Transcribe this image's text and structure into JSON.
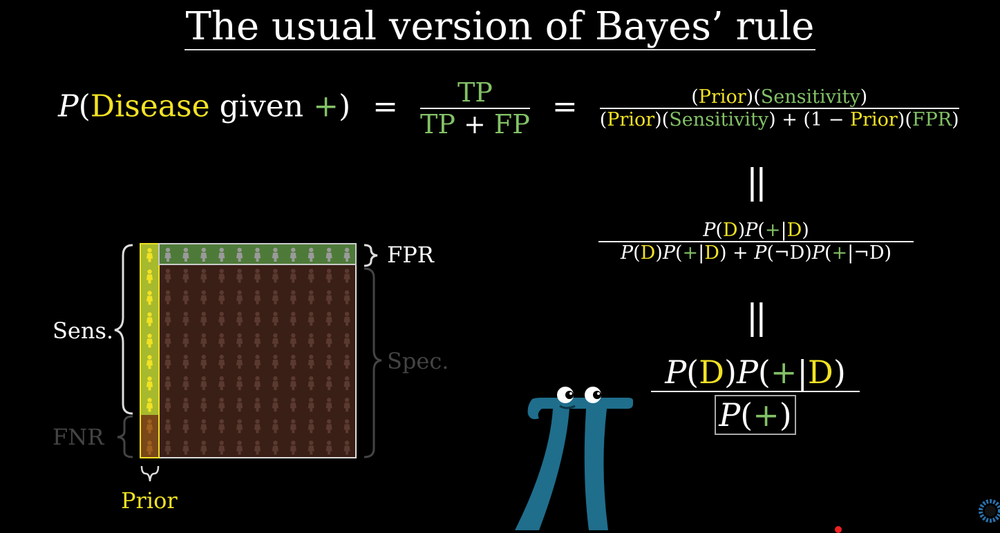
{
  "title": "The usual version of Bayes’ rule",
  "formula1": {
    "p": "P",
    "open": "(",
    "disease": "Disease",
    "given": " given ",
    "plus": "+",
    "close": ")",
    "eq": "=",
    "tp_num": "TP",
    "tp_den_a": "TP",
    "tp_den_plus": " + ",
    "tp_den_b": "FP",
    "eq2": "=",
    "prior": "Prior",
    "sensitivity": "Sensitivity",
    "one_minus": " + (1 − ",
    "fpr": "FPR"
  },
  "formula2": {
    "P": "P",
    "D": "D",
    "plus": "+",
    "bar": "|",
    "notD": "¬D"
  },
  "parallel": "||",
  "grid": {
    "labels": {
      "fpr": "FPR",
      "sens": "Sens.",
      "spec": "Spec.",
      "fnr": "FNR",
      "prior": "Prior"
    },
    "colors": {
      "sick_positive": "#a7b92d",
      "healthy_positive": "#4e7a39",
      "healthy_negative": "#3a1f16",
      "sick_negative": "#7a4718",
      "yellow": "#f2e224",
      "green": "#83c167"
    }
  },
  "character": {
    "icon": "pi-creature-icon",
    "color": "#1f6e8c"
  },
  "colors": {
    "yellow": "#f2e224",
    "green": "#83c167",
    "background": "#000000"
  }
}
